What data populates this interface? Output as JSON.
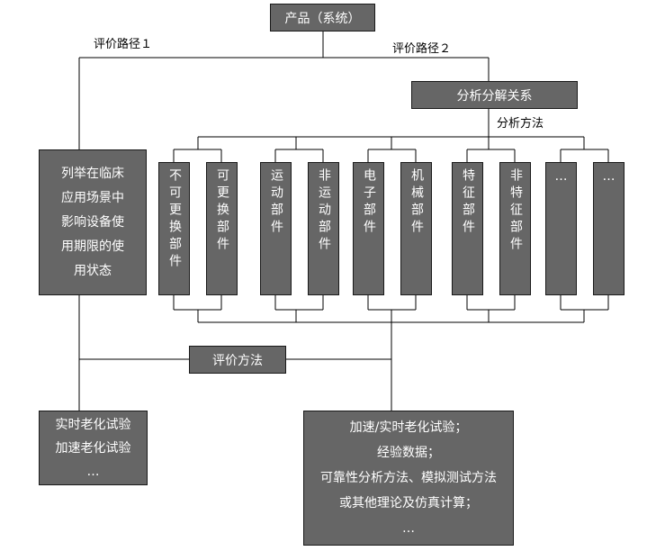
{
  "product": "产品（系统）",
  "path1_label": "评价路径１",
  "path2_label": "评价路径２",
  "decompose": "分析分解关系",
  "analysis_method": "分析方法",
  "eval_method": "评价方法",
  "enumerate_box": [
    "列举在临床",
    "应用场景中",
    "影响设备使",
    "用期限的使",
    "用状态"
  ],
  "pillars": [
    {
      "id": "irreplaceable",
      "text": "不可更换部件"
    },
    {
      "id": "replaceable",
      "text": "可更换部件"
    },
    {
      "id": "moving",
      "text": "运动部件"
    },
    {
      "id": "non-moving",
      "text": "非运动部件"
    },
    {
      "id": "electronic",
      "text": "电子部件"
    },
    {
      "id": "mechanical",
      "text": "机械部件"
    },
    {
      "id": "characteristic",
      "text": "特征部件"
    },
    {
      "id": "non-characteristic",
      "text": "非特征部件"
    },
    {
      "id": "more-1",
      "text": "…"
    },
    {
      "id": "more-2",
      "text": "…"
    }
  ],
  "left_result": [
    "实时老化试验",
    "加速老化试验",
    "…"
  ],
  "right_result": [
    "加速/实时老化试验；",
    "经验数据；",
    "可靠性分析方法、模拟测试方法",
    "或其他理论及仿真计算；",
    "…"
  ]
}
